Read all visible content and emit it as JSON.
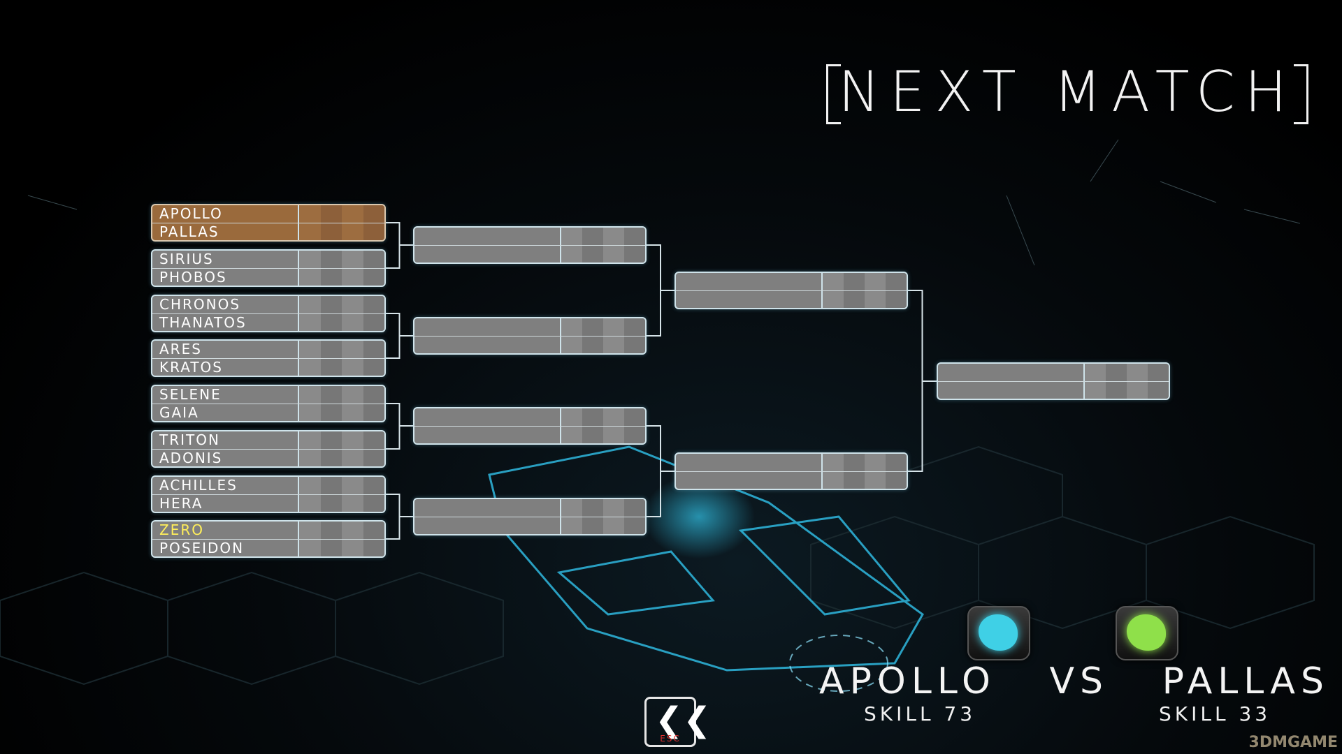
{
  "screen_title": "NEXT MATCH",
  "bracket": {
    "round1": [
      [
        "APOLLO",
        "PALLAS"
      ],
      [
        "SIRIUS",
        "PHOBOS"
      ],
      [
        "CHRONOS",
        "THANATOS"
      ],
      [
        "ARES",
        "KRATOS"
      ],
      [
        "SELENE",
        "GAIA"
      ],
      [
        "TRITON",
        "ADONIS"
      ],
      [
        "ACHILLES",
        "HERA"
      ],
      [
        "ZERO",
        "POSEIDON"
      ]
    ],
    "highlighted_player": "ZERO",
    "current_match_index": 0
  },
  "match": {
    "player1": "APOLLO",
    "vs": "VS",
    "player2": "PALLAS",
    "skill1_label": "SKILL 73",
    "skill2_label": "SKILL 33",
    "player1_color": "#3fd0e6",
    "player2_color": "#8fe04a"
  },
  "back_button": {
    "label": "ESC",
    "icon": "chevron-left-icon"
  },
  "watermark": "3DMGAME",
  "colors": {
    "slot": "#7f7f7f",
    "selected_slot": "#9a6a3c",
    "outline": "#cfe3ea"
  }
}
